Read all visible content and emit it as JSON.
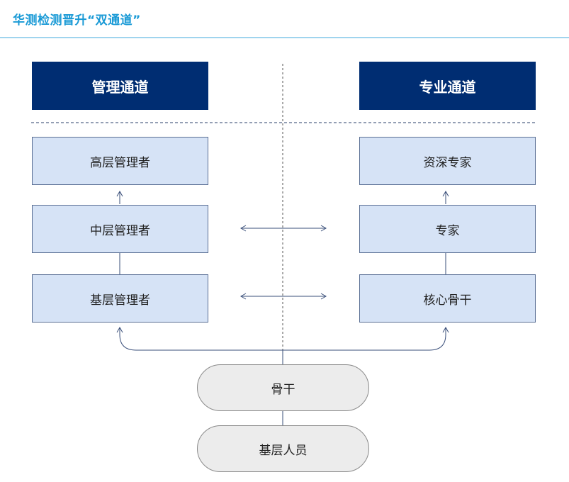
{
  "title": "华测检测晋升“双通道”",
  "management_channel": {
    "header": "管理通道",
    "levels": [
      "高层管理者",
      "中层管理者",
      "基层管理者"
    ]
  },
  "professional_channel": {
    "header": "专业通道",
    "levels": [
      "资深专家",
      "专家",
      "核心骨干"
    ]
  },
  "base": {
    "backbone": "骨干",
    "staff": "基层人员"
  },
  "colors": {
    "title": "#1a9ad6",
    "header_fill": "#002d72",
    "node_fill": "#d6e3f6",
    "node_border": "#5a6f94",
    "pill_fill": "#ececec",
    "line": "#3a4f7a"
  }
}
